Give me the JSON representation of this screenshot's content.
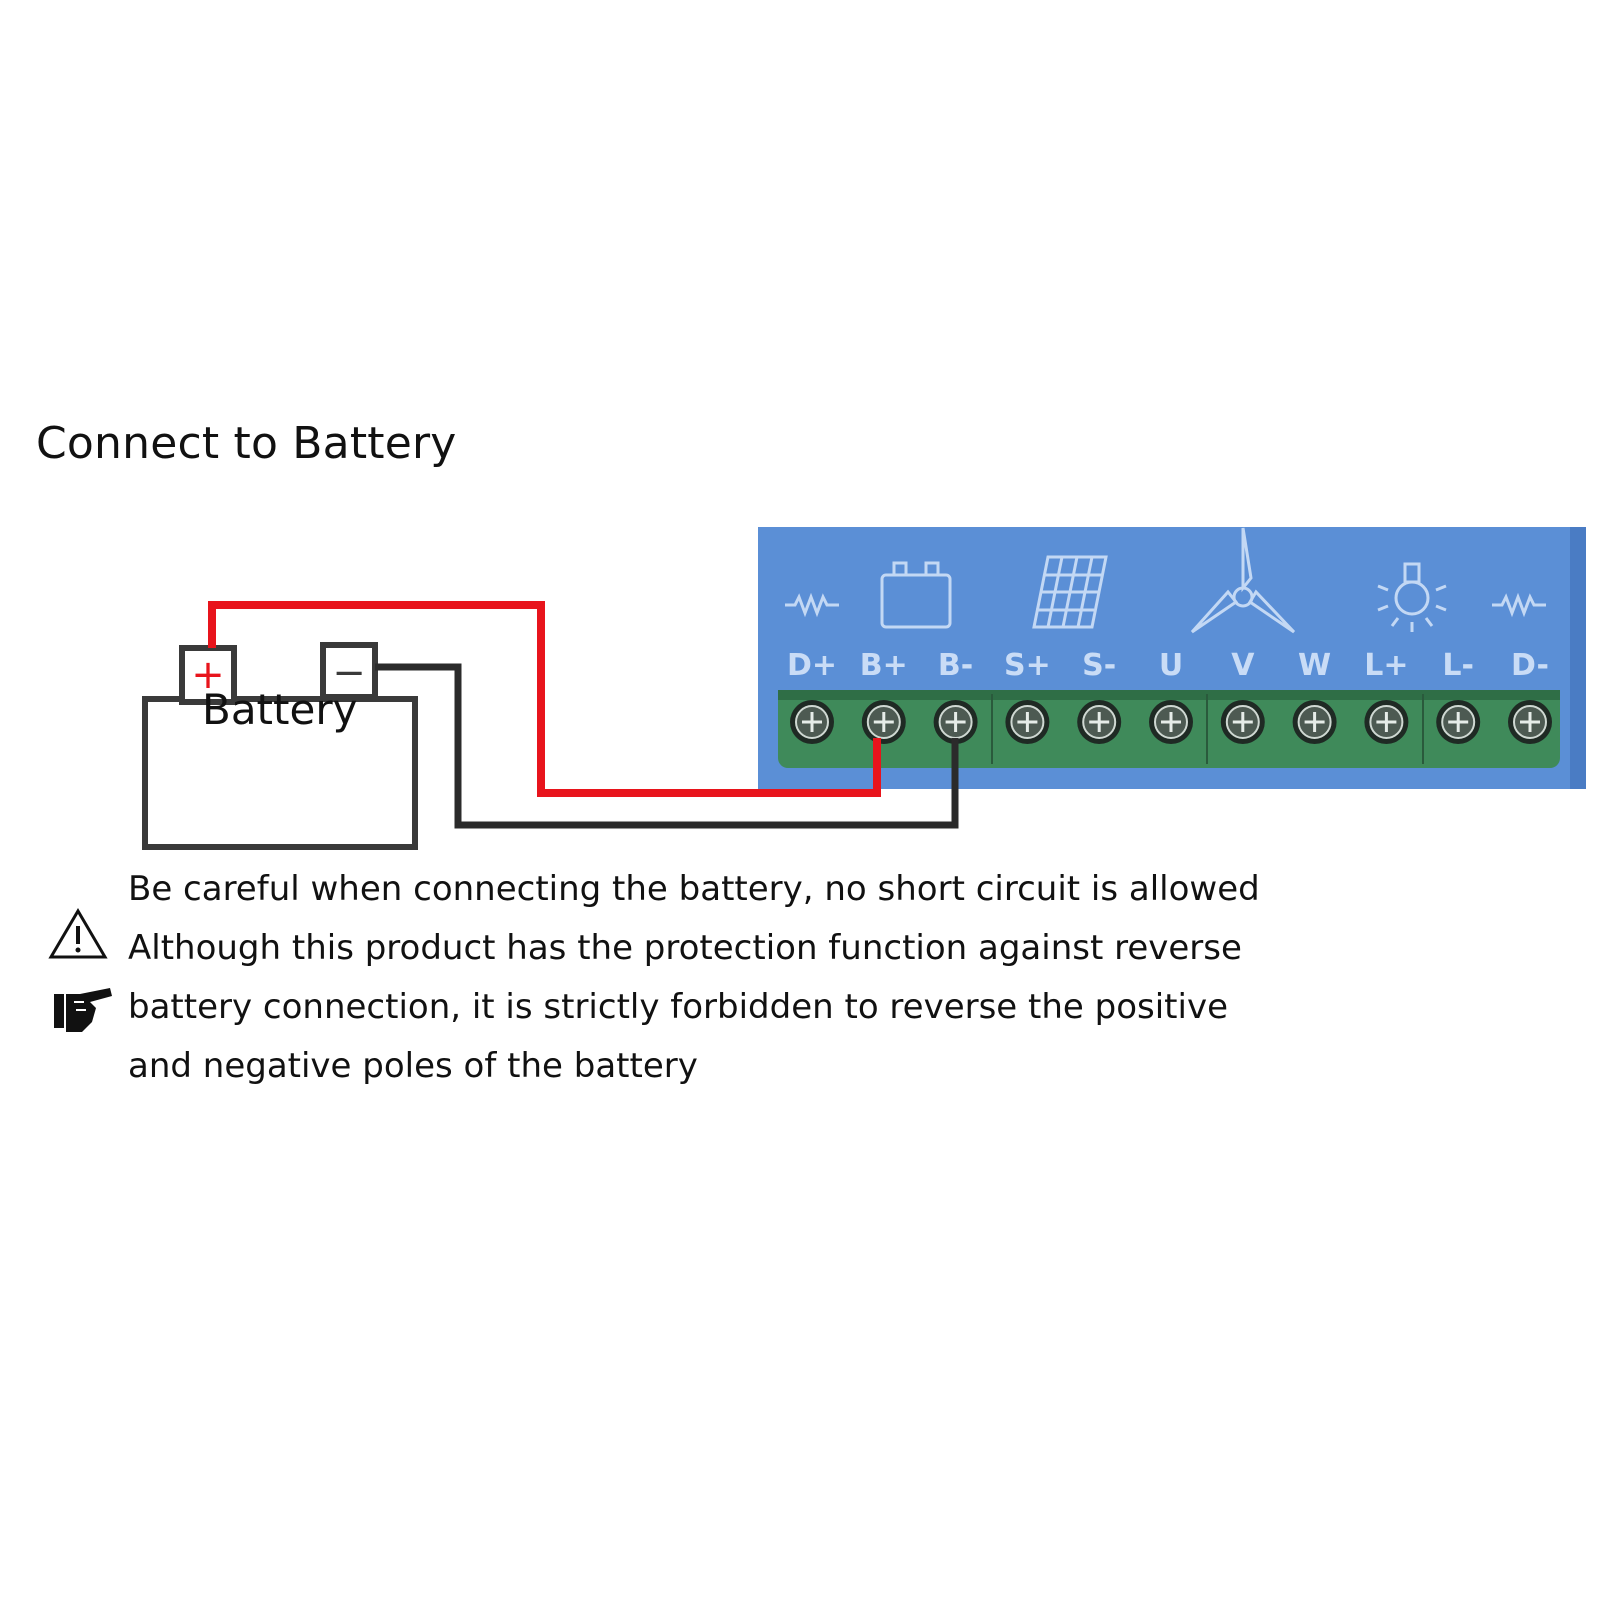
{
  "title": "Connect to Battery",
  "battery": {
    "label": "Battery",
    "positive_symbol": "+",
    "negative_symbol": "−"
  },
  "controller": {
    "terminals": [
      "D+",
      "B+",
      "B-",
      "S+",
      "S-",
      "U",
      "V",
      "W",
      "L+",
      "L-",
      "D-"
    ],
    "panel_color": "#5b8fd6",
    "block_color": "#3f8a5a"
  },
  "wires": {
    "positive_color": "#e8141c",
    "negative_color": "#2b2b2b"
  },
  "notes": {
    "lines": [
      "Be careful when connecting the battery, no short circuit is allowed",
      "Although this product has the protection function against reverse",
      "battery connection, it is strictly forbidden to reverse the positive",
      "and negative poles of the battery"
    ],
    "icons": [
      "warning-triangle-icon",
      "pointing-hand-icon"
    ]
  }
}
